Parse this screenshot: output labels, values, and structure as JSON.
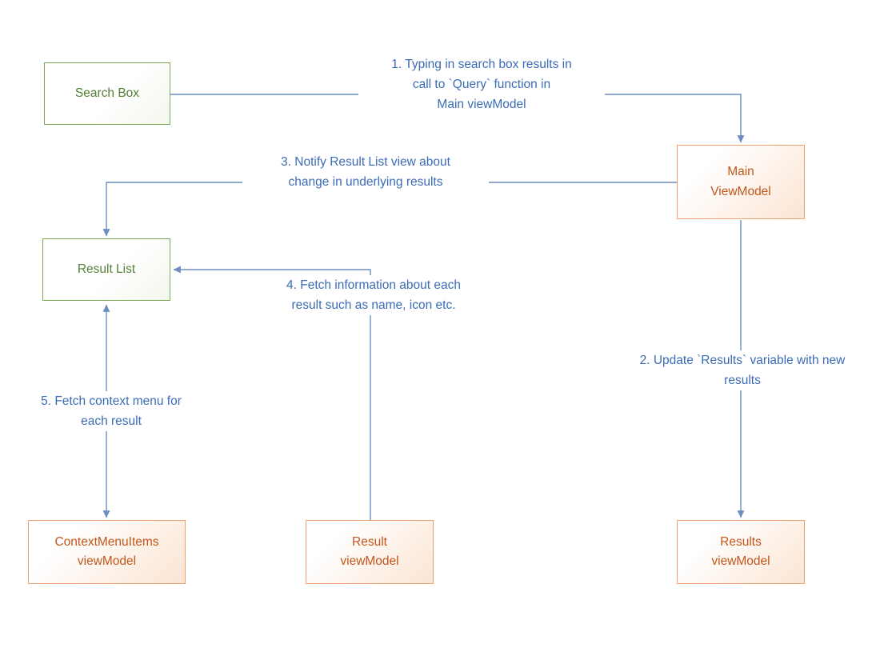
{
  "diagram": {
    "background": "#ffffff",
    "colors": {
      "green_node_border": "#7aa854",
      "green_node_text": "#538135",
      "orange_node_border": "#eca36f",
      "orange_node_text": "#c2571c",
      "connector_line": "#6c8ebf",
      "annotation_text": "#3b6cb5"
    },
    "nodes": {
      "search_box": {
        "label": "Search Box"
      },
      "main_viewmodel": {
        "label": "Main\nViewModel"
      },
      "result_list": {
        "label": "Result List"
      },
      "contextmenuitems_viewmodel": {
        "label": "ContextMenuItems\nviewModel"
      },
      "result_viewmodel": {
        "label": "Result\nviewModel"
      },
      "results_viewmodel": {
        "label": "Results\nviewModel"
      }
    },
    "annotations": {
      "step1": {
        "text": "1. Typing in search box results in\ncall to `Query` function in\nMain viewModel"
      },
      "step2": {
        "text": "2. Update `Results` variable with new\nresults"
      },
      "step3": {
        "text": "3. Notify Result List view about\nchange in underlying results"
      },
      "step4": {
        "text": "4. Fetch information about each\nresult such as name, icon etc."
      },
      "step5": {
        "text": "5. Fetch context menu for\neach result"
      }
    }
  }
}
